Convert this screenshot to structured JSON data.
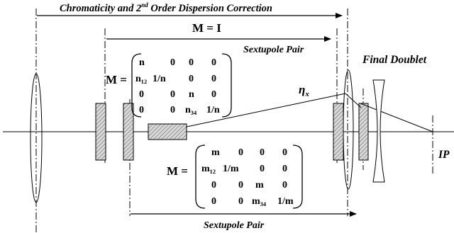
{
  "labels": {
    "top_arrow": "Chromaticity and 2nd Order Dispersion Correction",
    "top_arrow_base": "Chromaticity and 2",
    "top_arrow_sup": "nd",
    "top_arrow_rest": " Order Dispersion Correction",
    "identity": "M = I",
    "sextupole_upper": "Sextupole Pair",
    "sextupole_lower": "Sextupole Pair",
    "final_doublet": "Final Doublet",
    "eta_symbol": "η",
    "eta_subscript": "x",
    "ip": "IP"
  },
  "matrices": {
    "upper": {
      "prefix": "M =",
      "rows": [
        [
          "n",
          "0",
          "0",
          "0"
        ],
        [
          "n₁₂",
          "1/n",
          "0",
          "0"
        ],
        [
          "0",
          "0",
          "n",
          "0"
        ],
        [
          "0",
          "0",
          "n₃₄",
          "1/n"
        ]
      ]
    },
    "lower": {
      "prefix": "M =",
      "rows": [
        [
          "m",
          "0",
          "0",
          "0"
        ],
        [
          "m₁₂",
          "1/m",
          "0",
          "0"
        ],
        [
          "0",
          "0",
          "m",
          "0"
        ],
        [
          "0",
          "0",
          "m₃₄",
          "1/m"
        ]
      ]
    }
  }
}
